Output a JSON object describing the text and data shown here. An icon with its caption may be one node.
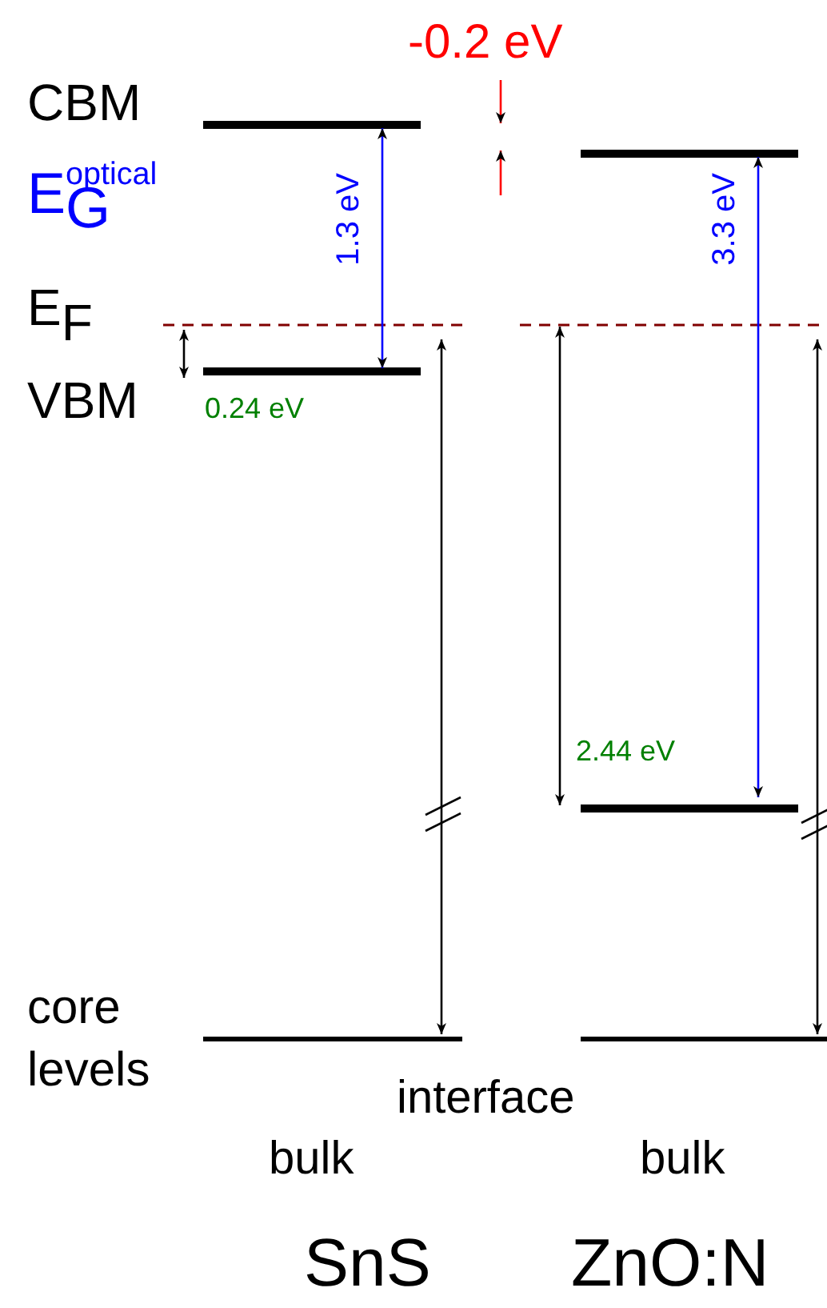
{
  "diagram": {
    "labels": [
      "-0.2 eV",
      "CBM",
      "E$_{G}$$^{optical}$",
      "1.3 eV",
      "3.3 eV",
      "E$_{F}$",
      "VBM",
      "0.24 eV",
      "2.44 eV",
      "core levels",
      "interface",
      "bulk",
      "bulk",
      "SnS",
      "ZnO:N"
    ]
  }
}
